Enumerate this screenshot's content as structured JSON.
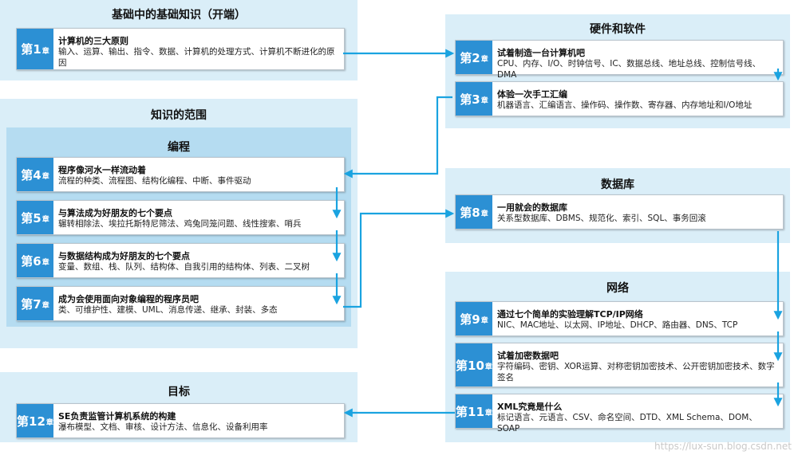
{
  "panels": {
    "basics": "基础中的基础知识（开端）",
    "hardware": "硬件和软件",
    "scope": "知识的范围",
    "programming": "编程",
    "database": "数据库",
    "network": "网络",
    "goal": "目标"
  },
  "chapter_suffix": "章",
  "chapters": [
    {
      "num": "第1",
      "title": "计算机的三大原则",
      "desc": "输入、运算、输出、指令、数据、计算机的处理方式、计算机不断进化的原因"
    },
    {
      "num": "第2",
      "title": "试着制造一台计算机吧",
      "desc": "CPU、内存、I/O、时钟信号、IC、数据总线、地址总线、控制信号线、DMA"
    },
    {
      "num": "第3",
      "title": "体验一次手工汇编",
      "desc": "机器语言、汇编语言、操作码、操作数、寄存器、内存地址和I/O地址"
    },
    {
      "num": "第4",
      "title": "程序像河水一样流动着",
      "desc": "流程的种类、流程图、结构化编程、中断、事件驱动"
    },
    {
      "num": "第5",
      "title": "与算法成为好朋友的七个要点",
      "desc": "辗转相除法、埃拉托斯特尼筛法、鸡兔同笼问题、线性搜索、哨兵"
    },
    {
      "num": "第6",
      "title": "与数据结构成为好朋友的七个要点",
      "desc": "变量、数组、栈、队列、结构体、自我引用的结构体、列表、二叉树"
    },
    {
      "num": "第7",
      "title": "成为会使用面向对象编程的程序员吧",
      "desc": "类、可维护性、建模、UML、消息传递、继承、封装、多态"
    },
    {
      "num": "第8",
      "title": "一用就会的数据库",
      "desc": "关系型数据库、DBMS、规范化、索引、SQL、事务回滚"
    },
    {
      "num": "第9",
      "title": "通过七个简单的实验理解TCP/IP网络",
      "desc": "NIC、MAC地址、以太网、IP地址、DHCP、路由器、DNS、TCP"
    },
    {
      "num": "第10",
      "title": "试着加密数据吧",
      "desc": "字符编码、密钥、XOR运算、对称密钥加密技术、公开密钥加密技术、数字签名"
    },
    {
      "num": "第11",
      "title": "XML究竟是什么",
      "desc": "标记语言、元语言、CSV、命名空间、DTD、XML Schema、DOM、SOAP"
    },
    {
      "num": "第12",
      "title": "SE负责监管计算机系统的构建",
      "desc": "瀑布模型、文档、审核、设计方法、信息化、设备利用率"
    }
  ],
  "watermark": "https://lux-sun.blog.csdn.net",
  "colors": {
    "panel": "#daeef8",
    "subpanel": "#b5dcf1",
    "badge": "#2c90d4",
    "arrow": "#1aa3e0"
  }
}
